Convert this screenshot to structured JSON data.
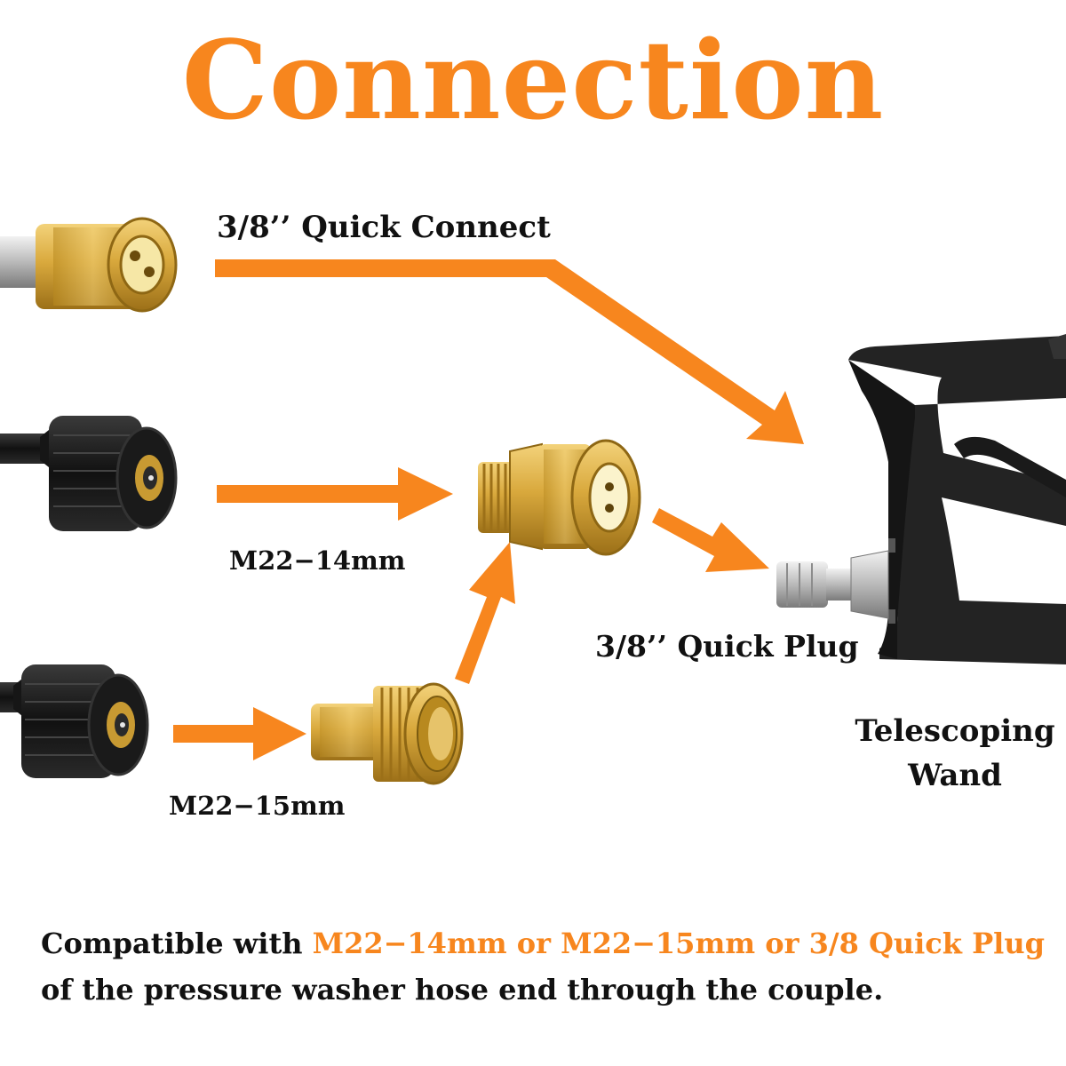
{
  "title": "Connection",
  "labels": {
    "quick_connect": "3/8’’ Quick Connect",
    "m22_14": "M22−14mm",
    "quick_plug": "3/8’’ Quick Plug",
    "m22_15": "M22−15mm",
    "wand_line1": "Telescoping",
    "wand_line2": "Wand"
  },
  "caption": {
    "prefix": "Compatible with ",
    "highlight": "M22−14mm or M22−15mm or 3/8 Quick Plug",
    "line2": "of the pressure washer hose end through the couple."
  },
  "colors": {
    "accent": "#f7861e",
    "brass": "#d4a63a",
    "hose": "#1b1b1b"
  },
  "icons": [
    "quick-connect-fitting-icon",
    "m22-14mm-hose-end-icon",
    "m22-15mm-hose-end-icon",
    "coupler-icon",
    "adapter-icon",
    "spray-gun-icon"
  ]
}
